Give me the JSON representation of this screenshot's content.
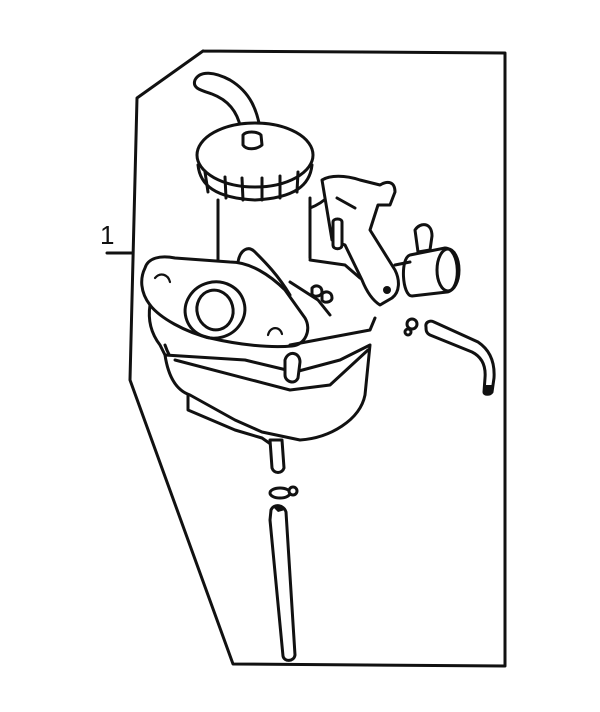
{
  "diagram": {
    "type": "exploded-parts-illustration",
    "subject": "carburetor assembly",
    "callouts": [
      {
        "number": "1",
        "label_text": "1"
      }
    ],
    "frame": {
      "shape": "chamfered-polygon",
      "stroke_color": "#111111"
    },
    "parts": [
      {
        "name": "carburetor-body"
      },
      {
        "name": "air-vent-tube"
      },
      {
        "name": "top-cap"
      },
      {
        "name": "intake-flange"
      },
      {
        "name": "float-bowl"
      },
      {
        "name": "throttle-lever-bracket"
      },
      {
        "name": "choke-plunger"
      },
      {
        "name": "overflow-hose"
      },
      {
        "name": "hose-clip-upper"
      },
      {
        "name": "drain-nozzle"
      },
      {
        "name": "hose-clip-lower"
      },
      {
        "name": "drain-hose"
      }
    ],
    "colors": {
      "ink": "#111111",
      "background": "#ffffff"
    }
  }
}
